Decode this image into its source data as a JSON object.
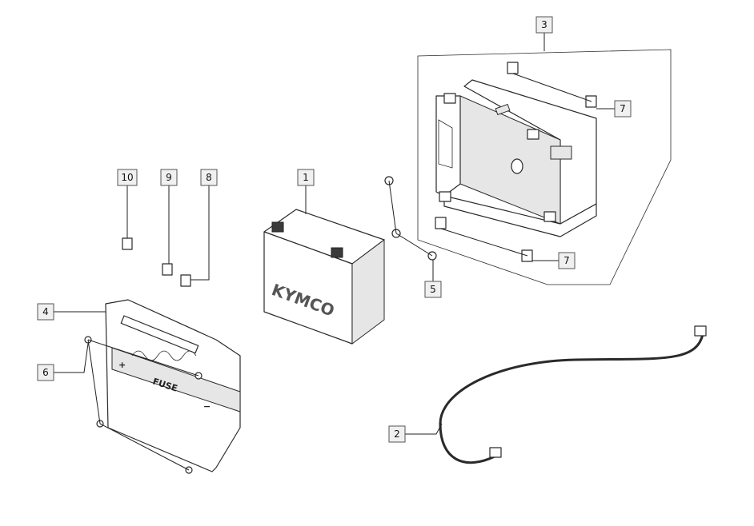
{
  "callouts": [
    {
      "id": "c1",
      "label": "1"
    },
    {
      "id": "c2",
      "label": "2"
    },
    {
      "id": "c3",
      "label": "3"
    },
    {
      "id": "c4",
      "label": "4"
    },
    {
      "id": "c5",
      "label": "5"
    },
    {
      "id": "c6",
      "label": "6"
    },
    {
      "id": "c7a",
      "label": "7"
    },
    {
      "id": "c7b",
      "label": "7"
    },
    {
      "id": "c8",
      "label": "8"
    },
    {
      "id": "c9",
      "label": "9"
    },
    {
      "id": "c10",
      "label": "10"
    }
  ],
  "battery": {
    "brand_text": "KYMCO"
  },
  "fuse_plate": {
    "fuse_text": "FUSE",
    "plus_symbol": "+",
    "minus_symbol": "−"
  }
}
